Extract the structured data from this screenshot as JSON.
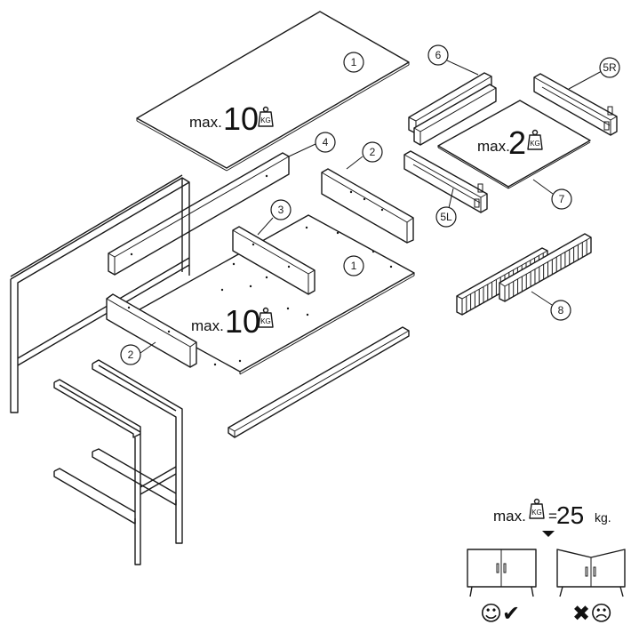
{
  "callouts": {
    "top_panel": "1",
    "bottom_panel": "1",
    "side_panel_right": "2",
    "side_panel_left": "2",
    "middle_divider": "3",
    "back_rail": "4",
    "drawer_right_side": "5R",
    "drawer_left_side": "5L",
    "drawer_front": "6",
    "drawer_bottom": "7",
    "slat_panel": "8"
  },
  "loads": {
    "top_prefix": "max.",
    "top_value": "10",
    "bottom_prefix": "max.",
    "bottom_value": "10",
    "drawer_prefix": "max.",
    "drawer_value": "2",
    "total_prefix": "max.",
    "total_eq": "=",
    "total_value": "25",
    "total_unit": "kg.",
    "weight_unit": "KG"
  },
  "status": {
    "ok_symbols": "☺✔",
    "bad_symbols": "✖☹"
  }
}
